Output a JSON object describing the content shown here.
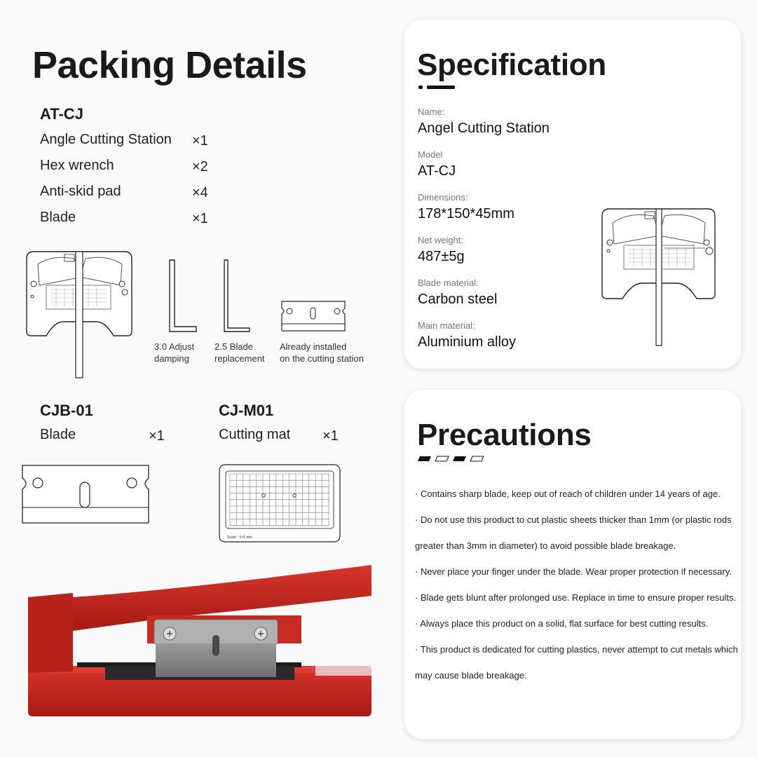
{
  "packing": {
    "title": "Packing Details",
    "main_model": "AT-CJ",
    "items": [
      {
        "name": "Angle Cutting Station",
        "qty": "×1"
      },
      {
        "name": "Hex wrench",
        "qty": "×2"
      },
      {
        "name": "Anti-skid pad",
        "qty": "×4"
      },
      {
        "name": "Blade",
        "qty": "×1"
      }
    ],
    "captions": {
      "wrench_30": [
        "3.0 Adjust",
        "damping"
      ],
      "wrench_25": [
        "2.5 Blade",
        "replacement"
      ],
      "blade_installed": [
        "Already installed",
        "on the cutting station"
      ]
    },
    "accessory1": {
      "model": "CJB-01",
      "name": "Blade",
      "qty": "×1"
    },
    "accessory2": {
      "model": "CJ-M01",
      "name": "Cutting mat",
      "qty": "×1"
    },
    "mat_scale_label": "Scale：5×5 mm"
  },
  "specification": {
    "title": "Specification",
    "fields": [
      {
        "label": "Name:",
        "value": "Angel Cutting Station"
      },
      {
        "label": "Model",
        "value": "AT-CJ"
      },
      {
        "label": "Dimensions:",
        "value": "178*150*45mm"
      },
      {
        "label": "Net weight:",
        "value": "487±5g"
      },
      {
        "label": "Blade material:",
        "value": "Carbon steel"
      },
      {
        "label": "Main material:",
        "value": "Aluminium alloy"
      }
    ]
  },
  "precautions": {
    "title": "Precautions",
    "lines": [
      "· Contains sharp blade, keep out of reach of children under 14 years of age.",
      "· Do not use this product to cut plastic sheets thicker than 1mm (or plastic rods",
      "greater than 3mm in diameter) to avoid possible blade breakage.",
      "· Never place your finger under the blade. Wear proper protection if necessary.",
      "· Blade gets blunt after prolonged use. Replace in time to ensure proper results.",
      "· Always place this product on a solid, flat surface for best cutting results.",
      "· This product is dedicated for cutting plastics, never attempt to cut metals which",
      "may cause blade breakage."
    ]
  },
  "colors": {
    "product_red": "#c8231c",
    "blade_gray": "#8a8a8a",
    "accent_dark": "#111111"
  }
}
